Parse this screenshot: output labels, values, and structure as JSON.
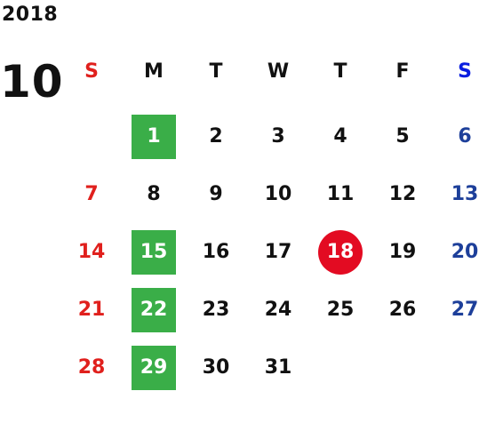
{
  "calendar": {
    "year": "2018",
    "month": "10",
    "weekdays": [
      "S",
      "M",
      "T",
      "W",
      "T",
      "F",
      "S"
    ],
    "colors": {
      "sunday": "#e0201d",
      "saturday": "#1d3f9a",
      "holiday_bg": "#3aae48",
      "today_bg": "#e30b22"
    },
    "weeks": [
      [
        "",
        "1",
        "2",
        "3",
        "4",
        "5",
        "6"
      ],
      [
        "7",
        "8",
        "9",
        "10",
        "11",
        "12",
        "13"
      ],
      [
        "14",
        "15",
        "16",
        "17",
        "18",
        "19",
        "20"
      ],
      [
        "21",
        "22",
        "23",
        "24",
        "25",
        "26",
        "27"
      ],
      [
        "28",
        "29",
        "30",
        "31",
        "",
        "",
        ""
      ]
    ],
    "highlighted_days": [
      "1",
      "15",
      "22",
      "29"
    ],
    "today": "18"
  }
}
